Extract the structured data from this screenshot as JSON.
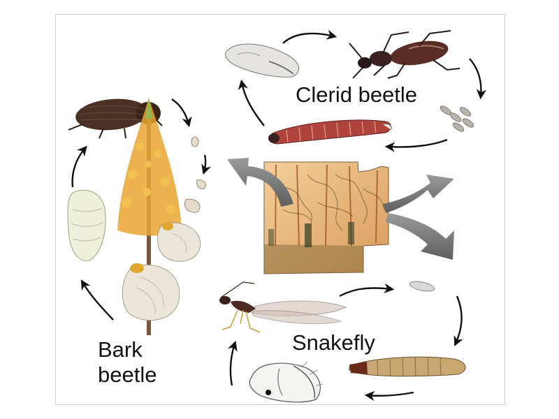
{
  "labels": {
    "clerid": "Clerid beetle",
    "snakefly": "Snakefly",
    "bark_line1": "Bark",
    "bark_line2": "beetle"
  },
  "colors": {
    "arrow": "#111111",
    "big_arrow": "#7a7a7a",
    "bark": "#e8b77a",
    "tree_foliage": "#e8a430",
    "larva_pale": "#ece6da",
    "beetle_brown": "#4a3126",
    "clerid_larva": "#b0443c"
  },
  "icons": {
    "clerid_adult": "clerid-beetle-adult-icon",
    "clerid_pupa": "clerid-pupa-icon",
    "clerid_eggs": "clerid-eggs-icon",
    "clerid_larva": "clerid-larva-icon",
    "bark_adult": "bark-beetle-adult-icon",
    "bark_pupa": "bark-beetle-pupa-icon",
    "bark_larvae": "bark-beetle-larvae-icon",
    "tree": "pine-tree-icon",
    "bark_section": "bark-gallery-section-icon",
    "snakefly_adult": "snakefly-adult-icon",
    "snakefly_pupa": "snakefly-pupa-icon",
    "snakefly_egg": "snakefly-egg-icon",
    "snakefly_larva": "snakefly-larva-icon"
  }
}
